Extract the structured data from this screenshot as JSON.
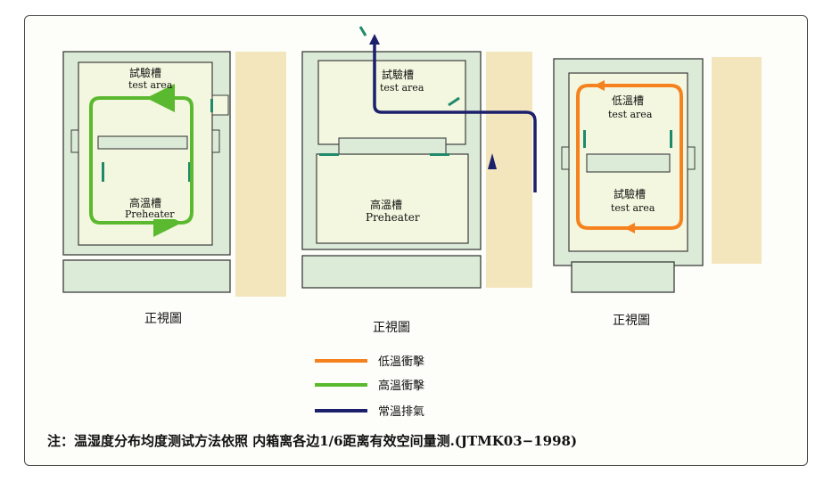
{
  "diagrams": [
    {
      "caption": "正視圖",
      "top_label_cn": "試驗槽",
      "top_label_en": "test area",
      "bottom_label_cn": "高溫槽",
      "bottom_label_en": "Preheater"
    },
    {
      "caption": "正視圖",
      "top_label_cn": "試驗槽",
      "top_label_en": "test area",
      "bottom_label_cn": "高溫槽",
      "bottom_label_en": "Preheater"
    },
    {
      "caption": "正視圖",
      "top_label_cn": "低溫槽",
      "top_label_en": "test area",
      "bottom_label_cn": "試驗槽",
      "bottom_label_en": "test area"
    }
  ],
  "legend": [
    {
      "label": "低溫衝擊",
      "color": "#f5821f"
    },
    {
      "label": "高溫衝擊",
      "color": "#5ab92e"
    },
    {
      "label": "常溫排氣",
      "color": "#1c1f6b"
    }
  ],
  "footnote": "注：温湿度分布均度测试方法依照 内箱离各边1/6距离有效空间量测.(JTMK03−1998)",
  "colors": {
    "wall": "#dcebd8",
    "inner": "#f4f7df",
    "outline": "#3c3c3c",
    "side_panel": "#f3e6bd",
    "vent": "#1f8a6a"
  }
}
